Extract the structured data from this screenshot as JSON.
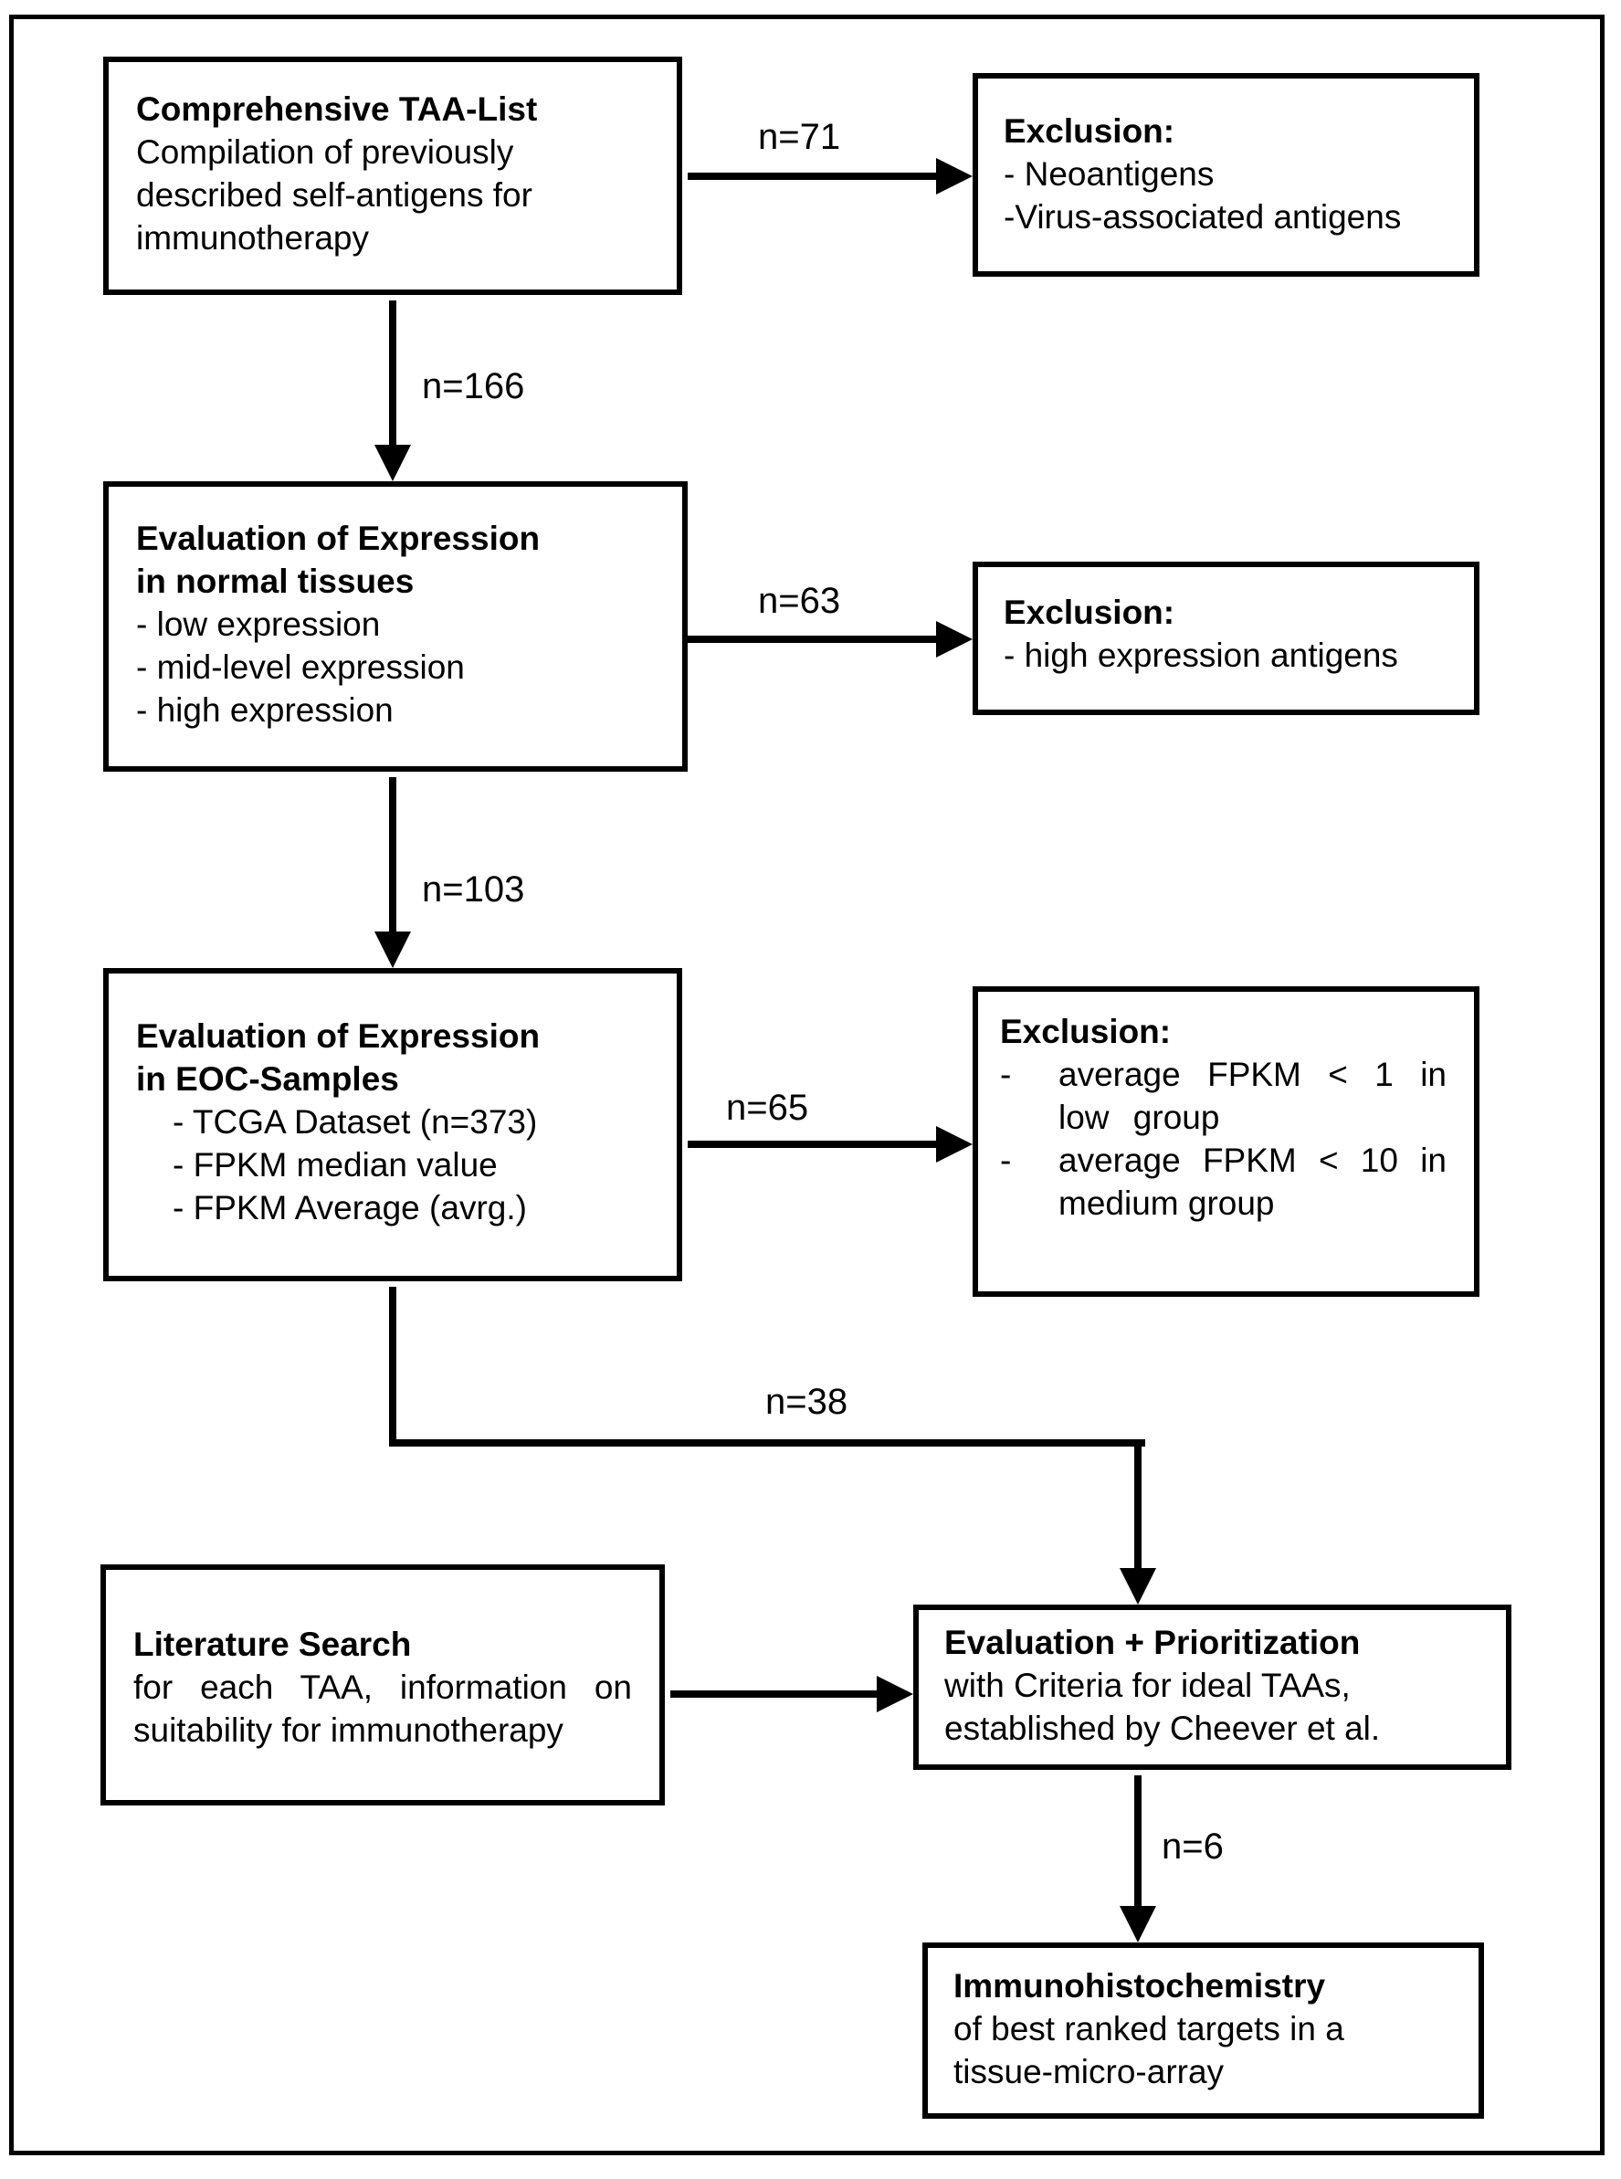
{
  "page": {
    "background": "#ffffff",
    "ink": "#000000"
  },
  "boxes": {
    "taa_list": {
      "title": "Comprehensive TAA-List",
      "body": [
        "Compilation of previously",
        "described self-antigens for",
        "immunotherapy"
      ]
    },
    "normal_tissues": {
      "title_lines": [
        "Evaluation of Expression",
        "in normal tissues"
      ],
      "bullets": [
        "- low expression",
        "- mid-level expression",
        "- high expression"
      ]
    },
    "eoc_samples": {
      "title_lines": [
        "Evaluation of Expression",
        "in EOC-Samples"
      ],
      "bullets": [
        "- TCGA Dataset (n=373)",
        "- FPKM median value",
        "- FPKM Average (avrg.)"
      ]
    },
    "literature_search": {
      "title": "Literature Search",
      "body": [
        "for each TAA, information on",
        "suitability for immunotherapy"
      ]
    },
    "exclusion_1": {
      "title": "Exclusion:",
      "bullets": [
        "- Neoantigens",
        "-Virus-associated antigens"
      ]
    },
    "exclusion_2": {
      "title": "Exclusion:",
      "bullets": [
        "- high expression antigens"
      ]
    },
    "exclusion_3": {
      "title": "Exclusion:",
      "bullets": [
        {
          "dash": "-",
          "lines": [
            "average FPKM < 1 in",
            "low group"
          ]
        },
        {
          "dash": "-",
          "lines": [
            "average FPKM < 10 in",
            "medium group"
          ]
        }
      ]
    },
    "evaluation_prioritization": {
      "title": "Evaluation + Prioritization",
      "body": [
        "with Criteria for ideal TAAs,",
        "established by Cheever et al."
      ]
    },
    "immunohistochemistry": {
      "title": "Immunohistochemistry",
      "body": [
        "of best ranked targets in a",
        "tissue-micro-array"
      ]
    }
  },
  "flow_labels": {
    "taa_to_exclusion1": "n=71",
    "taa_to_normal": "n=166",
    "normal_to_exclusion2": "n=63",
    "normal_to_eoc": "n=103",
    "eoc_to_exclusion3": "n=65",
    "eoc_to_evaluation": "n=38",
    "evaluation_to_ihc": "n=6"
  }
}
